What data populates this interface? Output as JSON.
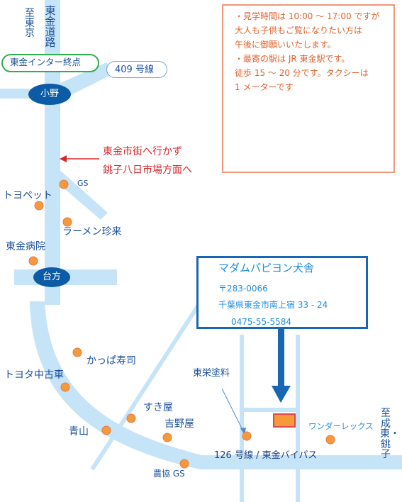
{
  "labels": {
    "to_tokyo": "至東京",
    "togane_road": "東金道路",
    "togane_ic": "東金インター終点",
    "route409": "409 号線",
    "ono": "小野",
    "detour_line1": "東金市街へ行かず",
    "detour_line2": "銚子八日市場方面へ",
    "gs": "GS",
    "toyopet": "トヨペット",
    "ramen": "ラーメン珍来",
    "hospital": "東金病院",
    "daikata": "台方",
    "kappa": "かっぱ寿司",
    "toyota_used": "トヨタ中古車",
    "sukiya": "すき屋",
    "yoshinoya": "吉野屋",
    "aoyama": "青山",
    "noukyou_gs": "農協 GS",
    "toei_paint": "東栄塗料",
    "wonder_rex": "ワンダーレックス",
    "route126": "126 号線 / 東金バイパス",
    "to_narito": "至成東・銚子"
  },
  "notice": {
    "line1": "・見学時間は 10:00 ～ 17:00 ですが",
    "line2": "大人も子供もご覧になりたい方は",
    "line3": "午後に御願いいたします。",
    "line4": "・最寄の駅は JR 東金駅です。",
    "line5": "徒歩 15 ～ 20 分です。タクシーは",
    "line6": "1 メーターです"
  },
  "kennel": {
    "name": "マダムパピヨン犬舎",
    "postal": "〒283-0066",
    "address": "千葉県東金市南上宿 33 - 24",
    "phone": "0475-55-5584"
  },
  "colors": {
    "road": "#c6e4f7",
    "badge": "#0b5ba6",
    "text_blue": "#1a4f9c",
    "text_red": "#d8262b",
    "marker": "#f59a3b",
    "ic_border": "#2eb04a",
    "destination": "#f59a3b"
  }
}
